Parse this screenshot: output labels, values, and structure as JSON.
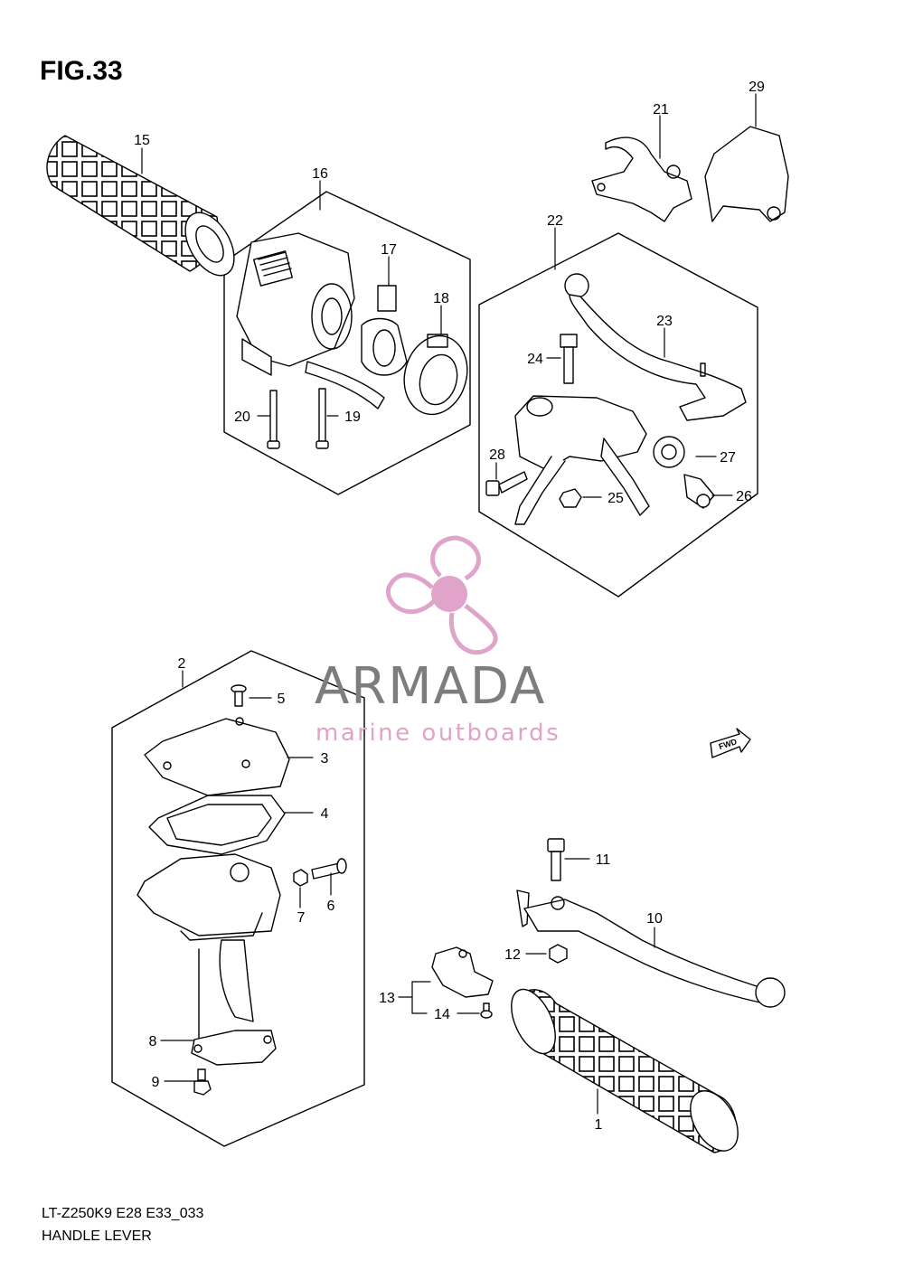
{
  "figure": {
    "title": "FIG.33",
    "model_code": "LT-Z250K9 E28 E33_033",
    "name": "HANDLE LEVER"
  },
  "watermark": {
    "brand": "ARMADA",
    "tagline": "marine outboards",
    "brand_color": "#7d7d7d",
    "accent_color": "#e0a3c9"
  },
  "direction_marker": "FWD",
  "part_numbers": [
    "1",
    "2",
    "3",
    "4",
    "5",
    "6",
    "7",
    "8",
    "9",
    "10",
    "11",
    "12",
    "13",
    "14",
    "15",
    "16",
    "17",
    "18",
    "19",
    "20",
    "21",
    "22",
    "23",
    "24",
    "25",
    "26",
    "27",
    "28",
    "29"
  ]
}
